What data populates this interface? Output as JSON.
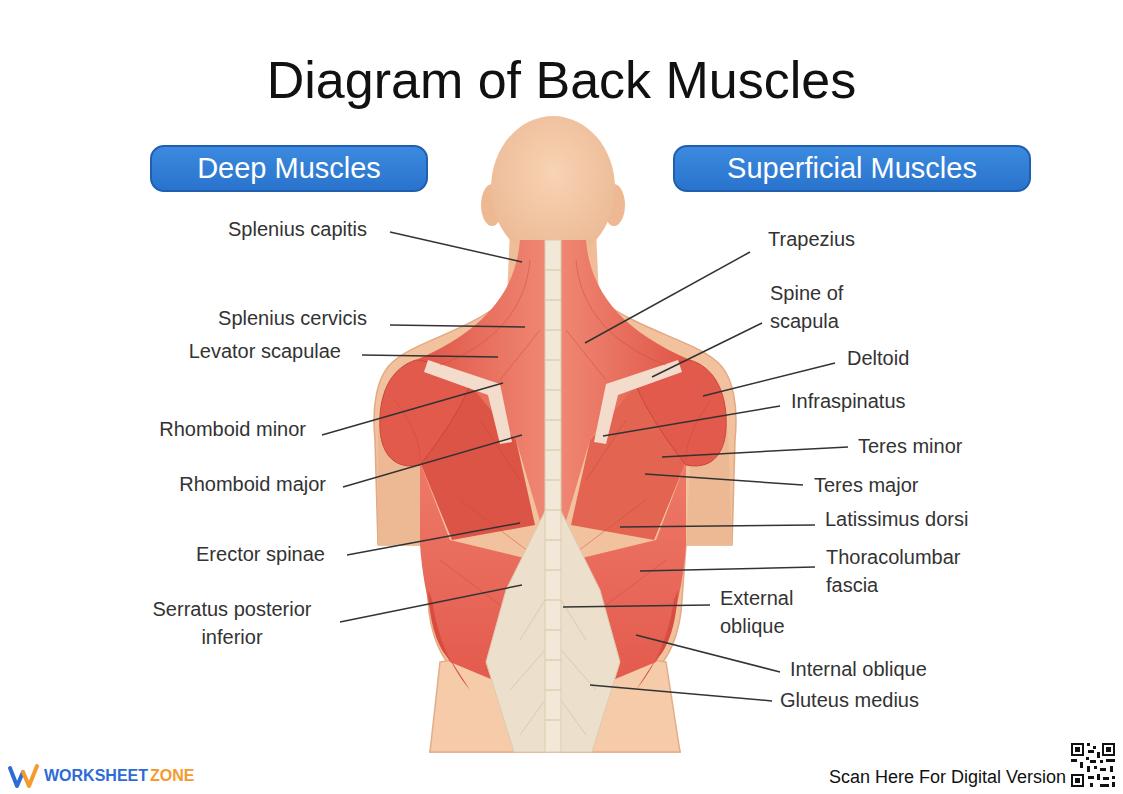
{
  "diagram": {
    "title": "Diagram of Back Muscles",
    "nodes": [
      {
        "text": [
          "Deep Muscles"
        ]
      },
      {
        "text": [
          "Superficial Muscles"
        ]
      }
    ],
    "labels": [
      "Splenius capitis",
      "Trapezius",
      "Spine of scapula",
      "Splenius cervicis",
      "Levator scapulae",
      "Deltoid",
      "Infraspinatus",
      "Rhomboid minor",
      "Teres minor",
      "Rhomboid major",
      "Teres major",
      "Latissimus dorsi",
      "Erector spinae",
      "Thoracolumbar fascia",
      "Serratus posterior inferior",
      "External oblique",
      "Internal oblique",
      "Gluteus medius",
      "WORKSHEET",
      "ZONE",
      "Scan Here For Digital Version"
    ]
  }
}
